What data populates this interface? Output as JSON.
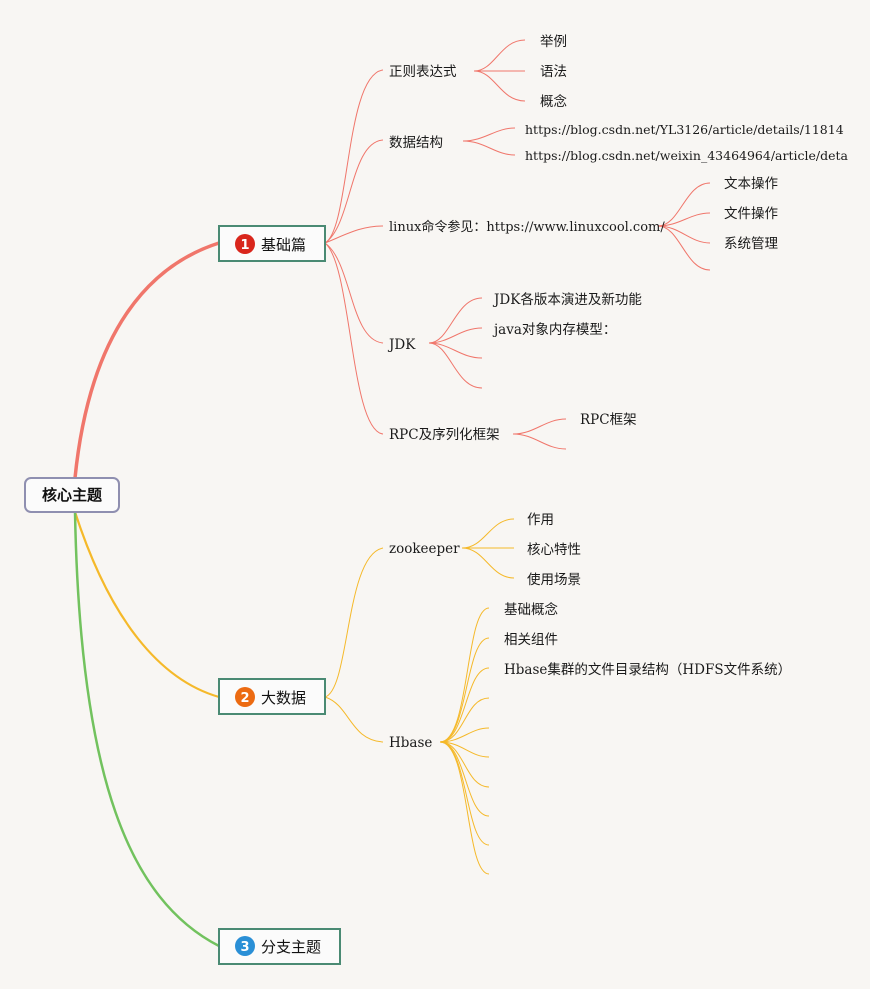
{
  "colors": {
    "background": "#f8f6f3",
    "red": "#f0766b",
    "yellow": "#f5b92a",
    "green": "#72c25e",
    "hub_border": "#4a8a73",
    "root_border": "#8f8fb0",
    "badge1": "#d9261c",
    "badge2": "#ec6b12",
    "badge3": "#2a8fd6"
  },
  "root": {
    "label": "核心主题"
  },
  "branch1": {
    "badge": "1",
    "label": "基础篇",
    "children": [
      {
        "label": "正则表达式",
        "children": [
          "举例",
          "语法",
          "概念"
        ]
      },
      {
        "label": "数据结构",
        "children": [
          "https://blog.csdn.net/YL3126/article/details/11814",
          "https://blog.csdn.net/weixin_43464964/article/deta"
        ]
      },
      {
        "label": "linux命令参见：https://www.linuxcool.com/",
        "children": [
          "文本操作",
          "文件操作",
          "系统管理"
        ]
      },
      {
        "label": "JDK",
        "children": [
          "JDK各版本演进及新功能",
          "java对象内存模型："
        ]
      },
      {
        "label": "RPC及序列化框架",
        "children": [
          "RPC框架"
        ]
      }
    ]
  },
  "branch2": {
    "badge": "2",
    "label": "大数据",
    "children": [
      {
        "label": "zookeeper",
        "children": [
          "作用",
          "核心特性",
          "使用场景"
        ]
      },
      {
        "label": "Hbase",
        "children": [
          "基础概念",
          "相关组件",
          "Hbase集群的文件目录结构（HDFS文件系统）"
        ]
      }
    ]
  },
  "branch3": {
    "badge": "3",
    "label": "分支主题"
  }
}
